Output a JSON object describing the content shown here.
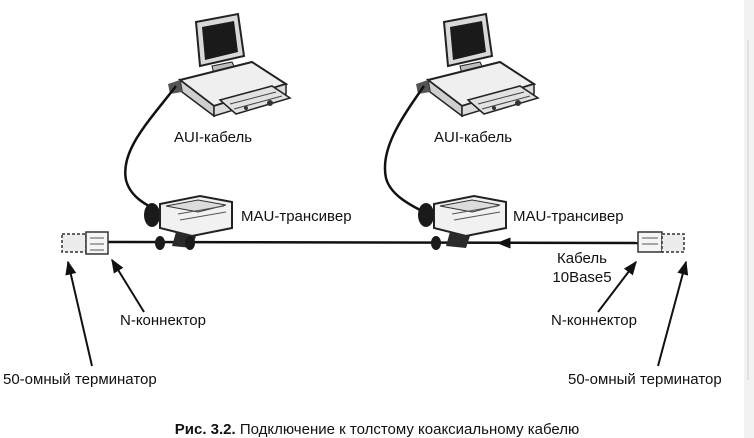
{
  "labels": {
    "aui_cable_left": "AUI-кабель",
    "aui_cable_right": "AUI-кабель",
    "mau_left": "MAU-трансивер",
    "mau_right": "MAU-трансивер",
    "cable_10base5_line1": "Кабель",
    "cable_10base5_line2": "10Base5",
    "n_connector_left": "N-коннектор",
    "n_connector_right": "N-коннектор",
    "terminator_left": "50-омный терминатор",
    "terminator_right": "50-омный терминатор"
  },
  "caption": {
    "figure_number": "Рис. 3.2.",
    "text": "Подключение к толстому коаксиальному кабелю"
  },
  "colors": {
    "ink": "#111111",
    "device_fill": "#e8e8e8",
    "device_dark": "#3a3a3a"
  }
}
